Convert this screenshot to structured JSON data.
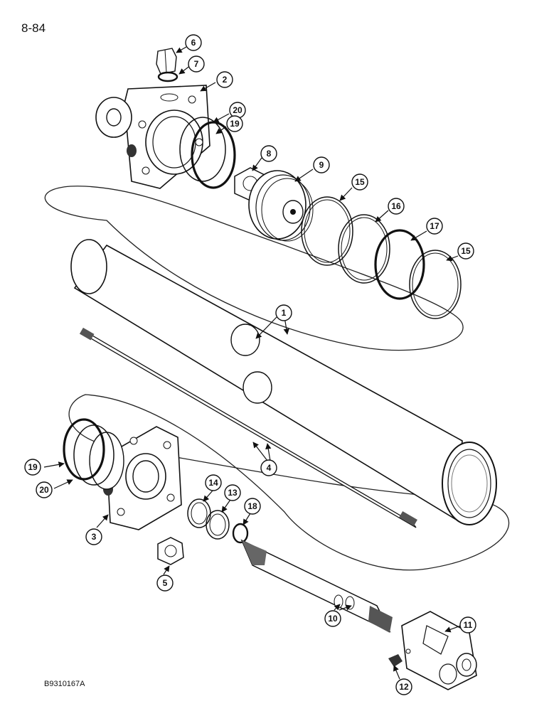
{
  "page_number": "8-84",
  "figure_code": "B9310167A",
  "callouts": [
    "6",
    "7",
    "2",
    "20",
    "19",
    "8",
    "9",
    "15",
    "16",
    "17",
    "15",
    "1",
    "4",
    "19",
    "20",
    "3",
    "5",
    "14",
    "13",
    "18",
    "10",
    "11",
    "12"
  ]
}
